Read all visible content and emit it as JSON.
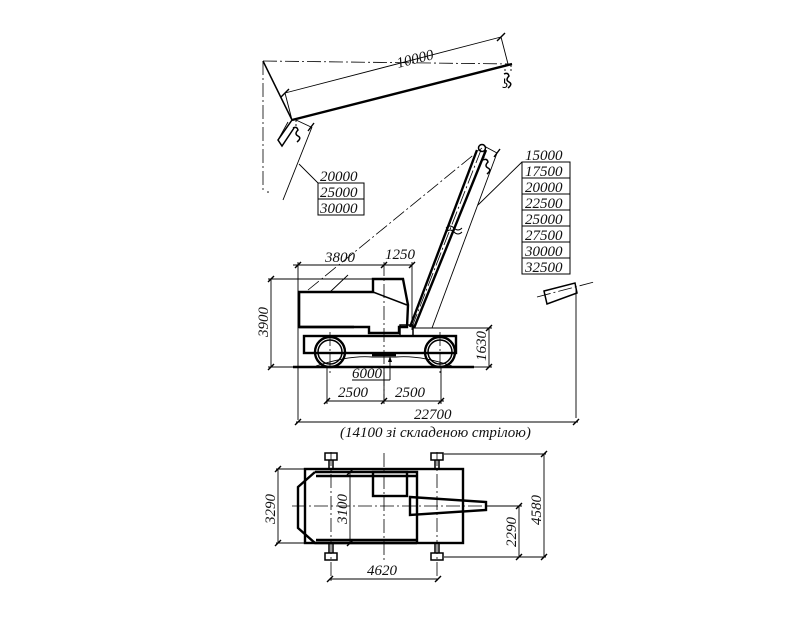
{
  "title": "Crane overall dimensions drawing",
  "jib_view": {
    "jib_length": "10000",
    "boom_lengths_label": [
      "20000",
      "25000",
      "30000"
    ]
  },
  "raised_boom": {
    "boom_lengths": [
      "15000",
      "17500",
      "20000",
      "22500",
      "25000",
      "27500",
      "30000",
      "32500"
    ]
  },
  "side_view": {
    "cab_length": "3800",
    "cab_to_boom": "1250",
    "overall_height": "3900",
    "chassis_height": "1630",
    "wheelbase_label": "6000",
    "axle_left": "2500",
    "axle_right": "2500",
    "overall_length": "22700",
    "folded_note": "(14100 зі складеною стрілою)"
  },
  "plan_view": {
    "width_body": "3290",
    "width_inner": "3100",
    "outrigger_span": "4620",
    "half_span": "2290",
    "outrigger_width": "4580"
  }
}
